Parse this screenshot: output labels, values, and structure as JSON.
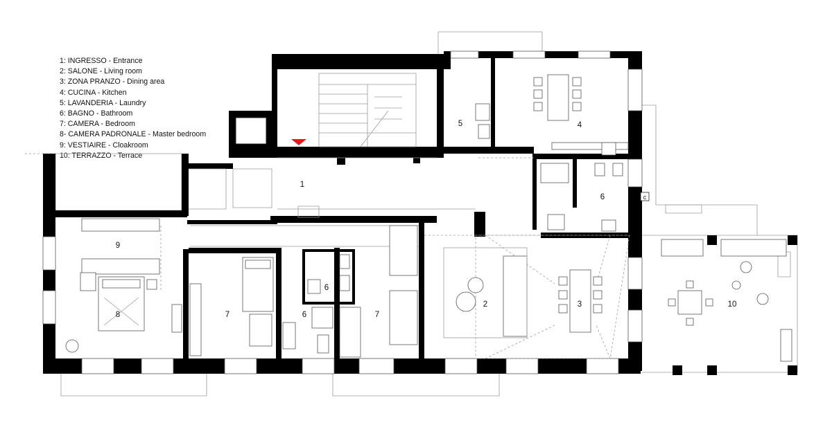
{
  "legend": [
    "1: INGRESSO - Entrance",
    "2: SALONE - Living room",
    "3: ZONA PRANZO - Dining area",
    "4: CUCINA - Kitchen",
    "5: LAVANDERIA - Laundry",
    "6: BAGNO - Bathroom",
    "7: CAMERA - Bedroom",
    "8- CAMERA PADRONALE - Master bedroom",
    "9: VESTIAIRE - Cloakroom",
    "10: TERRAZZO - Terrace"
  ],
  "rooms": {
    "entrance": "1",
    "living": "2",
    "dining": "3",
    "kitchen": "4",
    "laundry": "5",
    "bath_right": "6",
    "bath_center": "6",
    "bath_small": "6",
    "bedroom_left": "7",
    "bedroom_right": "7",
    "master": "8",
    "cloakroom": "9",
    "terrace": "10"
  },
  "marker": "c",
  "colors": {
    "wall": "#000000",
    "entry_arrow": "#e01b1b",
    "line": "#222222"
  }
}
